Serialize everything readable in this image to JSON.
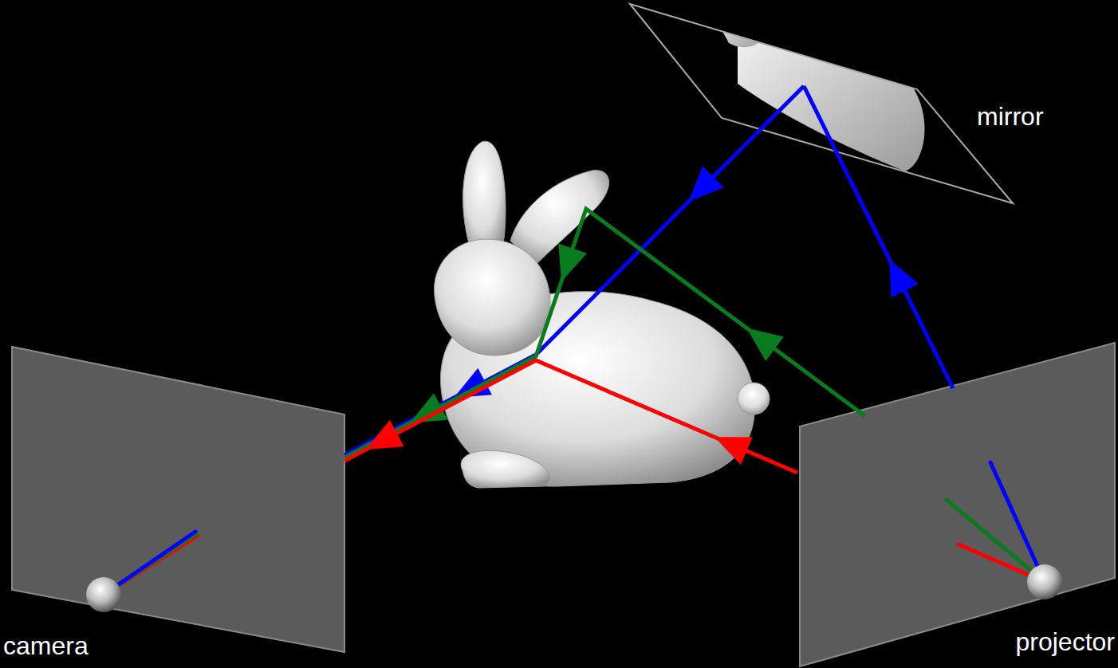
{
  "diagram": {
    "nodes": [
      {
        "text": [
          "mirror"
        ]
      },
      {
        "text": [
          "camera"
        ]
      },
      {
        "text": [
          "projector"
        ]
      }
    ],
    "edges": [
      {
        "from": 2,
        "to": 1,
        "arrow": "to"
      },
      {
        "from": 2,
        "to": 1,
        "arrow": "to"
      },
      {
        "from": 2,
        "to": 0,
        "arrow": "to"
      },
      {
        "from": 0,
        "to": 1,
        "arrow": "to"
      }
    ]
  }
}
